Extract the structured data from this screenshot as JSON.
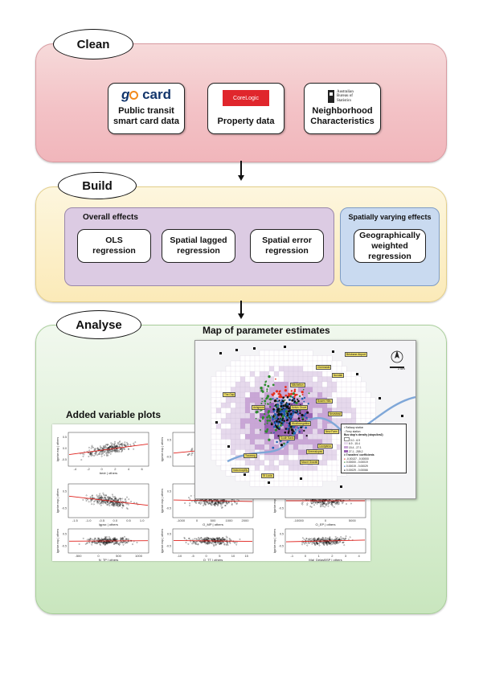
{
  "stages": {
    "clean": {
      "title": "Clean",
      "sources": [
        {
          "logo": "go card",
          "label": "Public transit smart card data"
        },
        {
          "logo": "CoreLogic",
          "label": "Property data"
        },
        {
          "logo": "Australian Bureau of Statistics",
          "label": "Neighborhood Characteristics"
        }
      ]
    },
    "build": {
      "title": "Build",
      "overall_title": "Overall effects",
      "overall_models": [
        "OLS regression",
        "Spatial lagged regression",
        "Spatial error regression"
      ],
      "spatial_title": "Spatially varying effects",
      "spatial_models": [
        "Geographically weighted regression"
      ]
    },
    "analyse": {
      "title": "Analyse",
      "map_title": "Map of parameter estimates",
      "plots_title": "Added variable plots"
    }
  },
  "map": {
    "scale_text": "2 km",
    "top_label": "Brisbane Airport",
    "place_labels": [
      "Mitchelton",
      "Chermside",
      "Nundah",
      "Bowen Hills",
      "Newstead",
      "New Farm",
      "Kelvin Grove",
      "Ashgrove",
      "The Gap",
      "Toowong",
      "Indooroopilly",
      "St Lucia",
      "South Bank",
      "Mount Gravatt",
      "Coorparoo",
      "Carindale",
      "Greenslopes",
      "Woolloongabba"
    ],
    "legend": {
      "items": [
        "Railway station",
        "Ferry station"
      ],
      "density_title": "Bus stop's density (stops/km2)",
      "density_classes": [
        "0.0 - 6.9",
        "6.9 - 15.4",
        "15.4 - 27.1",
        "27.1 - 259.2"
      ],
      "coef_title": "# Transfers' coefficients",
      "coef_classes": [
        "-0.00137 - 0.00000",
        "0.00000 - 0.00019",
        "0.00019 - 0.00029",
        "0.00029 - 0.00066"
      ]
    }
  },
  "plots": [
    {
      "xlabel": "bedr | others",
      "ylabel": "lgprice.exp | others",
      "xticks": [
        "-4",
        "-2",
        "0",
        "2",
        "4",
        "6"
      ],
      "yticks": [
        "-0.5",
        "0.0",
        "0.5"
      ]
    },
    {
      "xlabel": "",
      "ylabel": "lgprice.exp | others",
      "xticks": [],
      "yticks": [
        "-0.5",
        "0.5"
      ]
    },
    {
      "xlabel": "lgpsx | others",
      "ylabel": "lgprice.exp | others",
      "xticks": [
        "-1.5",
        "-1.0",
        "-0.5",
        "0.0",
        "0.5",
        "1.0"
      ],
      "yticks": [
        "-0.5",
        "0.5"
      ]
    },
    {
      "xlabel": "O_MP | others",
      "ylabel": "lgprice.exp | others",
      "xticks": [
        "-1000",
        "0",
        "500",
        "1000",
        "2000"
      ],
      "yticks": [
        "-0.5",
        "0.5"
      ]
    },
    {
      "xlabel": "O_EP | others",
      "ylabel": "lgprice.exp | others",
      "xticks": [
        "-10000",
        "0",
        "5000"
      ],
      "yticks": [
        "-0.5",
        "0.5"
      ]
    },
    {
      "xlabel": "N_TP | others",
      "ylabel": "lgprice.exp | others",
      "xticks": [
        "-500",
        "0",
        "500",
        "1000"
      ],
      "yticks": [
        "-0.5",
        "0.5"
      ]
    },
    {
      "xlabel": "O_TT | others",
      "ylabel": "lgprice.exp | others",
      "xticks": [
        "-10",
        "-5",
        "0",
        "5",
        "10",
        "15"
      ],
      "yticks": [
        "-0.5",
        "0.5"
      ]
    },
    {
      "xlabel": "Mal_DelayBSP | others",
      "ylabel": "lgprice.exp | others",
      "xticks": [
        "-1",
        "0",
        "1",
        "2",
        "3",
        "4"
      ],
      "yticks": [
        "-0.5",
        "0.5"
      ]
    }
  ],
  "colors": {
    "clean_panel": "#f3c2c6",
    "build_panel": "#fbeab8",
    "analyse_panel": "#dbefd4",
    "overall_box": "#dccbe3",
    "spatial_box": "#c9daf0",
    "regression_line": "#e0201b",
    "map_label": "#f3e36a",
    "corelogic": "#e0262c"
  }
}
